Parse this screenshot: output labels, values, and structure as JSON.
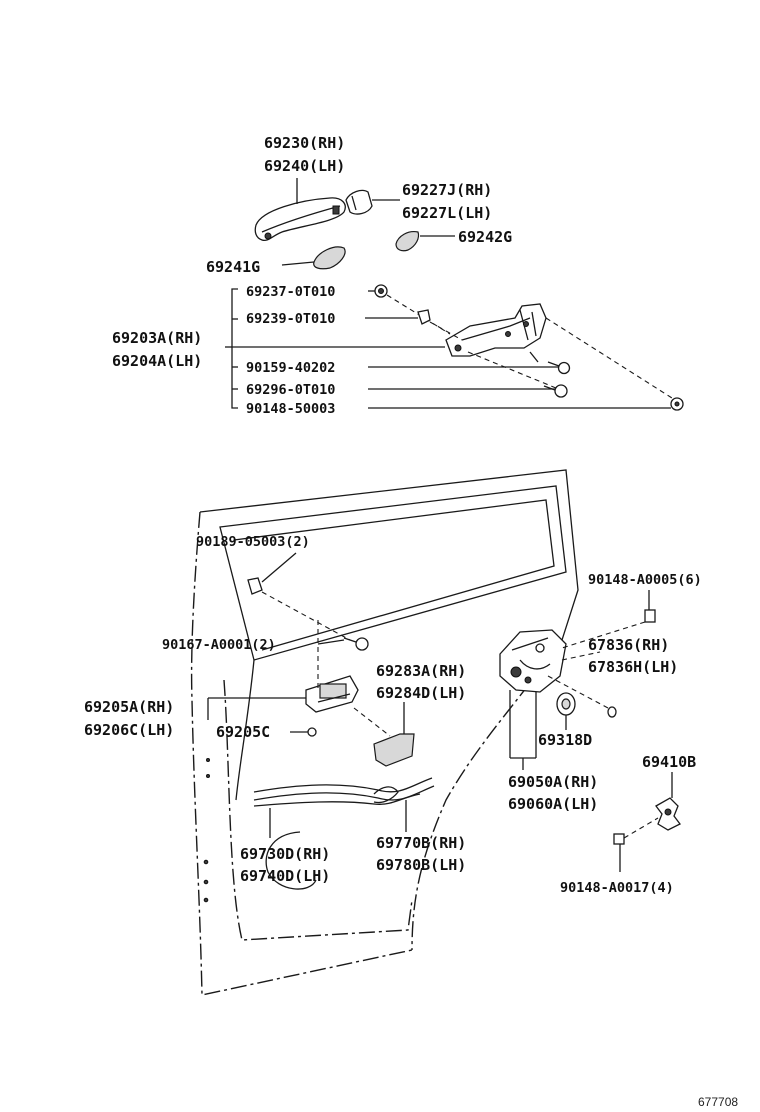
{
  "parts": {
    "p69230": "69230(RH)",
    "p69240": "69240(LH)",
    "p69227J": "69227J(RH)",
    "p69227L": "69227L(LH)",
    "p69242G": "69242G",
    "p69241G": "69241G",
    "p69237": "69237-0T010",
    "p69239": "69239-0T010",
    "p69203A": "69203A(RH)",
    "p69204A": "69204A(LH)",
    "p90159": "90159-40202",
    "p69296": "69296-0T010",
    "p90148_50003": "90148-50003",
    "p90189": "90189-05003(2)",
    "p90148_A0005": "90148-A0005(6)",
    "p90167": "90167-A0001(2)",
    "p67836": "67836(RH)",
    "p67836H": "67836H(LH)",
    "p69283A": "69283A(RH)",
    "p69284D": "69284D(LH)",
    "p69205A": "69205A(RH)",
    "p69206C": "69206C(LH)",
    "p69205C": "69205C",
    "p69318D": "69318D",
    "p69050A": "69050A(RH)",
    "p69060A": "69060A(LH)",
    "p69410B": "69410B",
    "p69730D": "69730D(RH)",
    "p69740D": "69740D(LH)",
    "p69770B": "69770B(RH)",
    "p69780B": "69780B(LH)",
    "p90148_A0017": "90148-A0017(4)"
  },
  "diagram_code": "677708"
}
